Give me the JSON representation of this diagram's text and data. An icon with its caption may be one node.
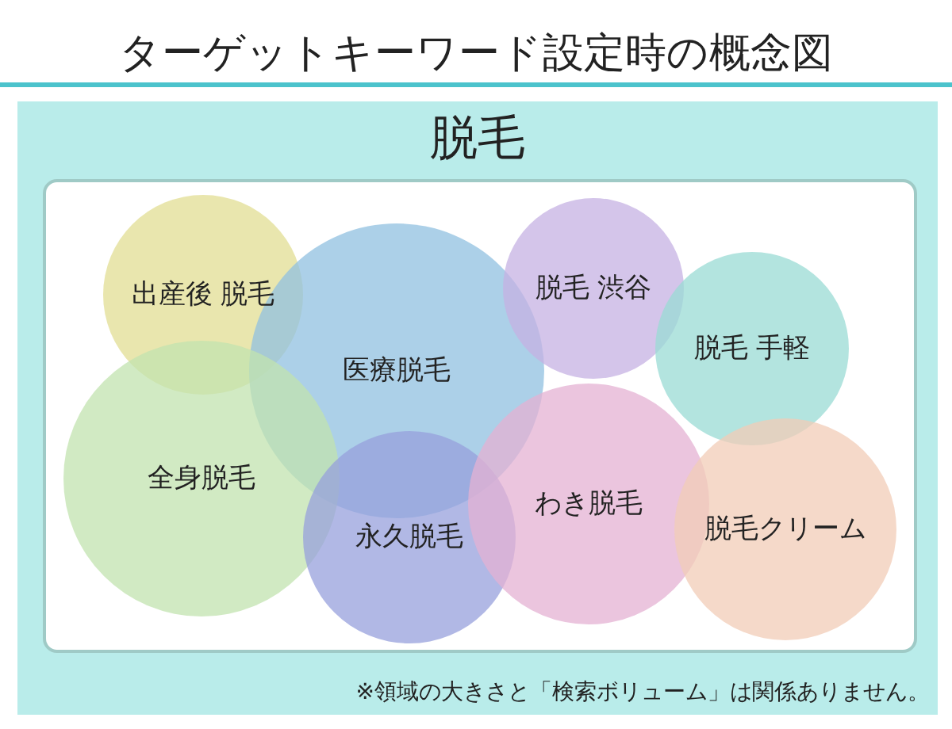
{
  "diagram": {
    "title": "ターゲットキーワード設定時の概念図",
    "nodes": [
      {
        "text": [
          "脱毛"
        ]
      },
      {
        "text": [],
        "shape": "box",
        "in": 0
      },
      {
        "text": [
          "出産後 脱毛"
        ],
        "in": 1
      },
      {
        "text": [
          "医療脱毛"
        ],
        "in": 1
      },
      {
        "text": [
          "脱毛 渋谷"
        ],
        "in": 1
      },
      {
        "text": [
          "脱毛 手軽"
        ],
        "in": 1
      },
      {
        "text": [
          "全身脱毛"
        ],
        "in": 1
      },
      {
        "text": [
          "永久脱毛"
        ],
        "in": 1
      },
      {
        "text": [
          "わき脱毛"
        ],
        "in": 1
      },
      {
        "text": [
          "脱毛クリーム"
        ],
        "in": 1
      }
    ],
    "labels": [
      "※領域の大きさと「検索ボリューム」は関係ありません。"
    ]
  }
}
